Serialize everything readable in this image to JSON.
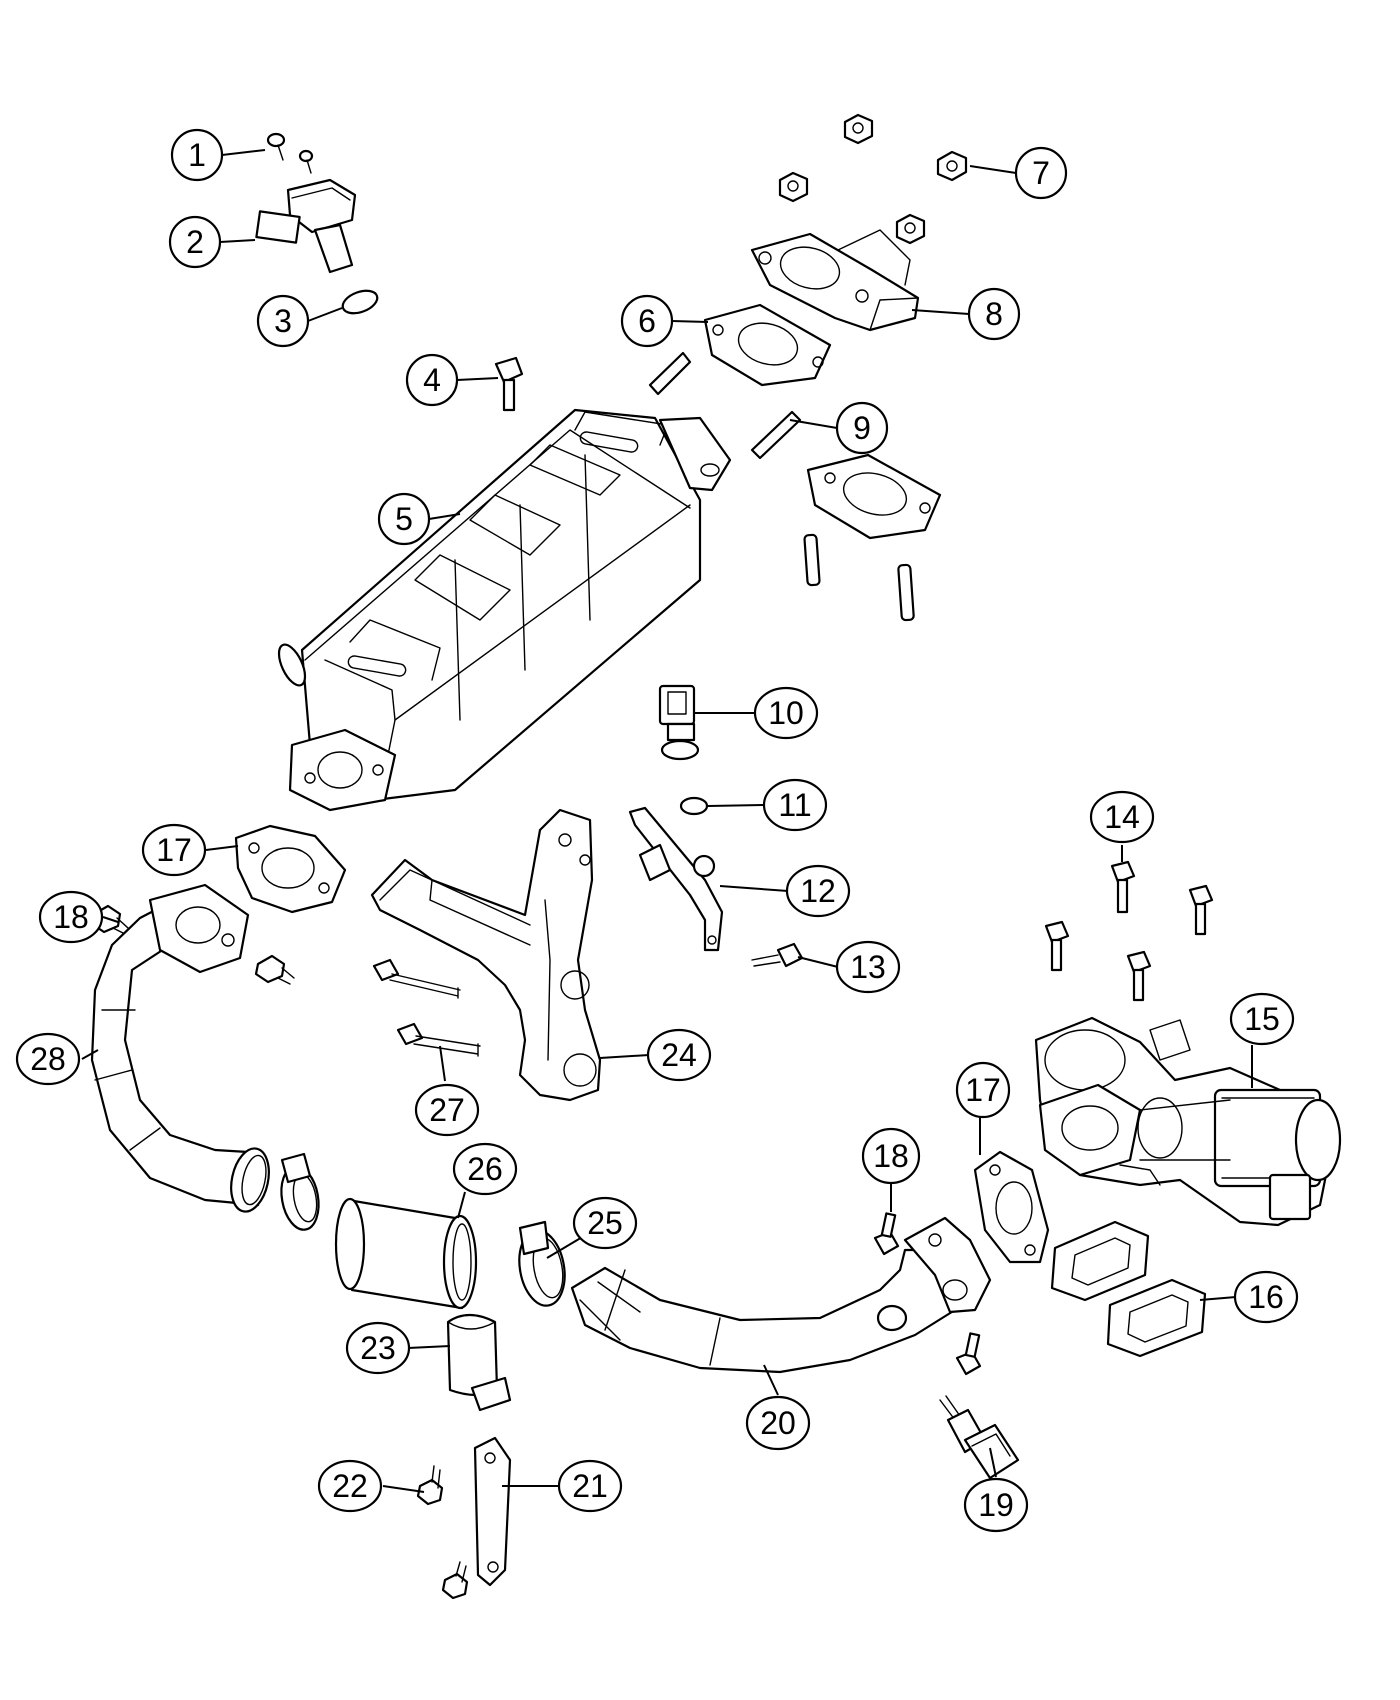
{
  "callouts": [
    {
      "id": "c1",
      "label": "1"
    },
    {
      "id": "c2",
      "label": "2"
    },
    {
      "id": "c3",
      "label": "3"
    },
    {
      "id": "c4",
      "label": "4"
    },
    {
      "id": "c5",
      "label": "5"
    },
    {
      "id": "c6",
      "label": "6"
    },
    {
      "id": "c7",
      "label": "7"
    },
    {
      "id": "c8",
      "label": "8"
    },
    {
      "id": "c9",
      "label": "9"
    },
    {
      "id": "c10",
      "label": "10"
    },
    {
      "id": "c11",
      "label": "11"
    },
    {
      "id": "c12",
      "label": "12"
    },
    {
      "id": "c13",
      "label": "13"
    },
    {
      "id": "c14",
      "label": "14"
    },
    {
      "id": "c15",
      "label": "15"
    },
    {
      "id": "c16",
      "label": "16"
    },
    {
      "id": "c17a",
      "label": "17"
    },
    {
      "id": "c17b",
      "label": "17"
    },
    {
      "id": "c18a",
      "label": "18"
    },
    {
      "id": "c18b",
      "label": "18"
    },
    {
      "id": "c19",
      "label": "19"
    },
    {
      "id": "c20",
      "label": "20"
    },
    {
      "id": "c21",
      "label": "21"
    },
    {
      "id": "c22",
      "label": "22"
    },
    {
      "id": "c23",
      "label": "23"
    },
    {
      "id": "c24",
      "label": "24"
    },
    {
      "id": "c25",
      "label": "25"
    },
    {
      "id": "c26",
      "label": "26"
    },
    {
      "id": "c27",
      "label": "27"
    },
    {
      "id": "c28",
      "label": "28"
    }
  ]
}
